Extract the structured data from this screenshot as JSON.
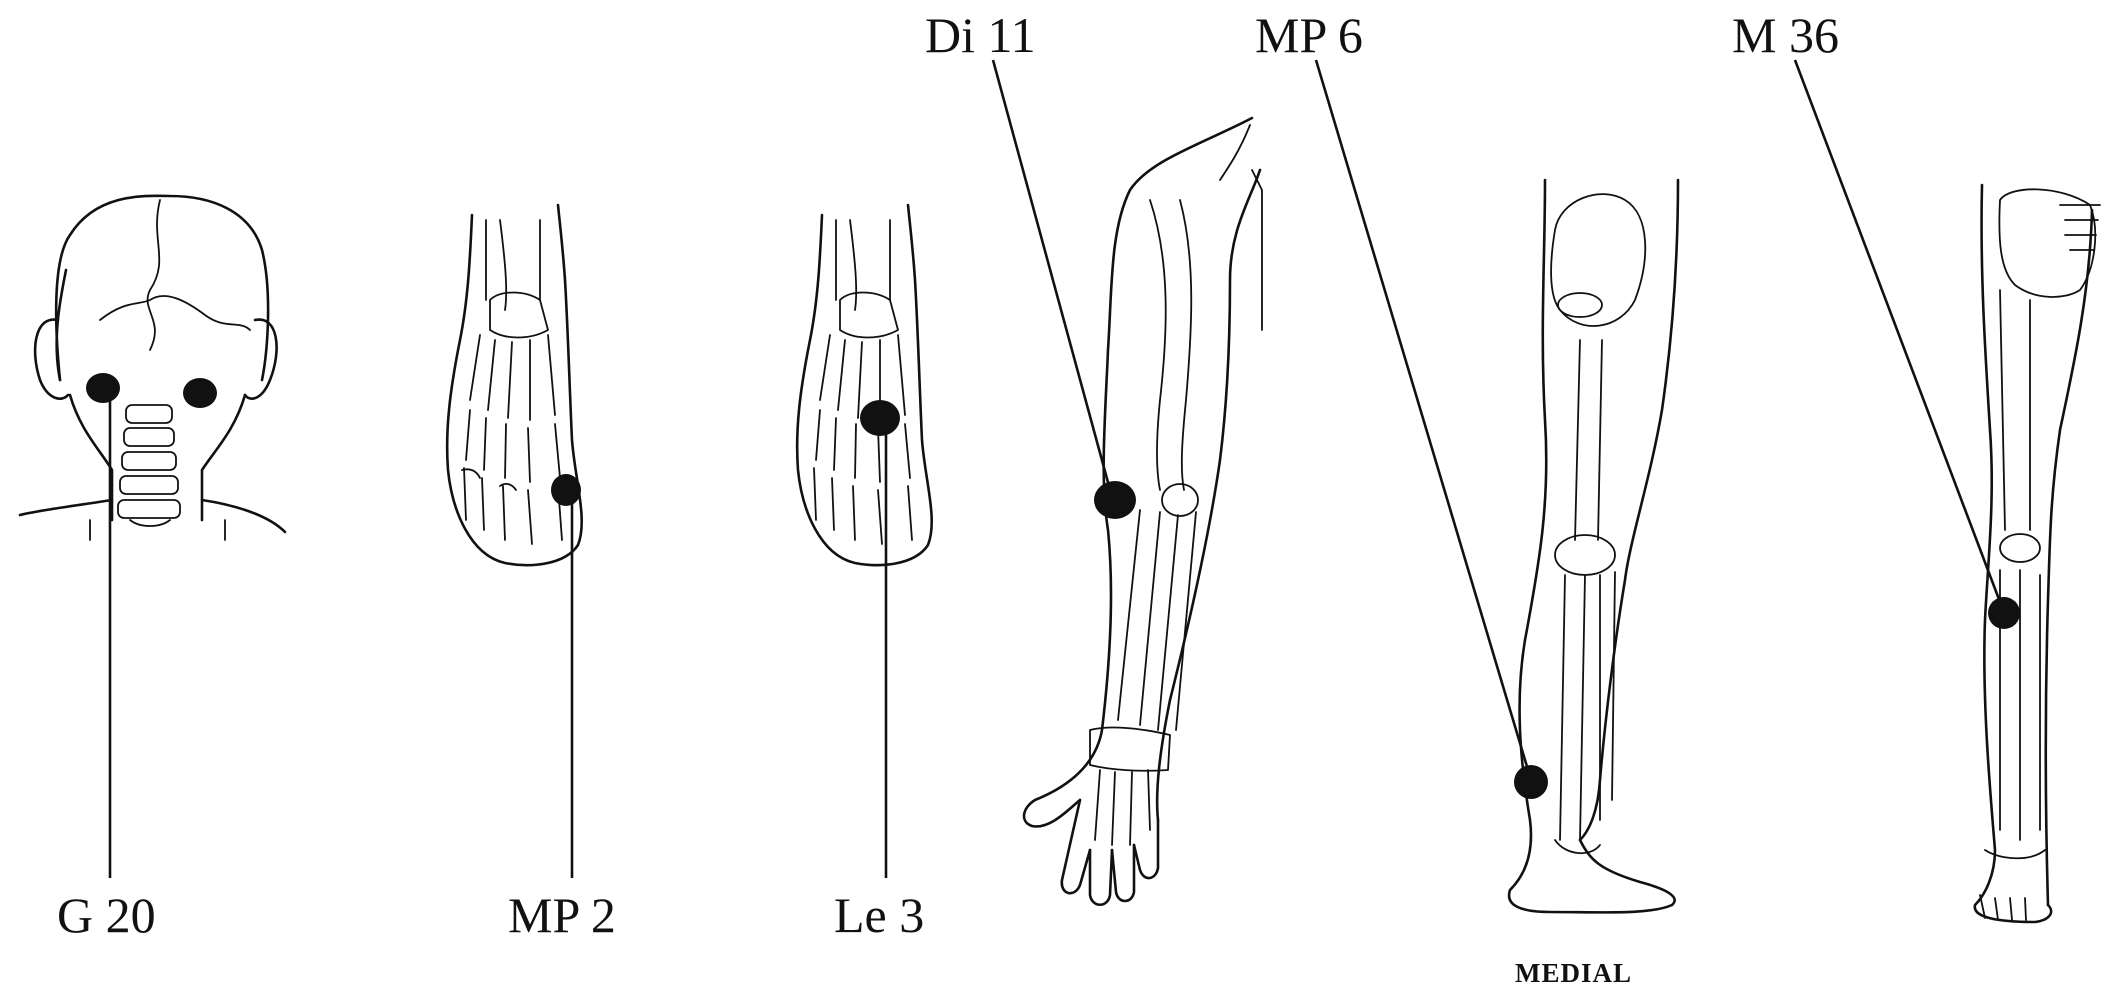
{
  "points": [
    {
      "id": "g20",
      "label": "G 20"
    },
    {
      "id": "mp2",
      "label": "MP 2"
    },
    {
      "id": "le3",
      "label": "Le 3"
    },
    {
      "id": "di11",
      "label": "Di 11"
    },
    {
      "id": "mp6",
      "label": "MP 6"
    },
    {
      "id": "m36",
      "label": "M 36"
    }
  ],
  "captions": {
    "medial_leg": "MEDIAL"
  },
  "colors": {
    "ink": "#111111",
    "paper": "#ffffff"
  }
}
